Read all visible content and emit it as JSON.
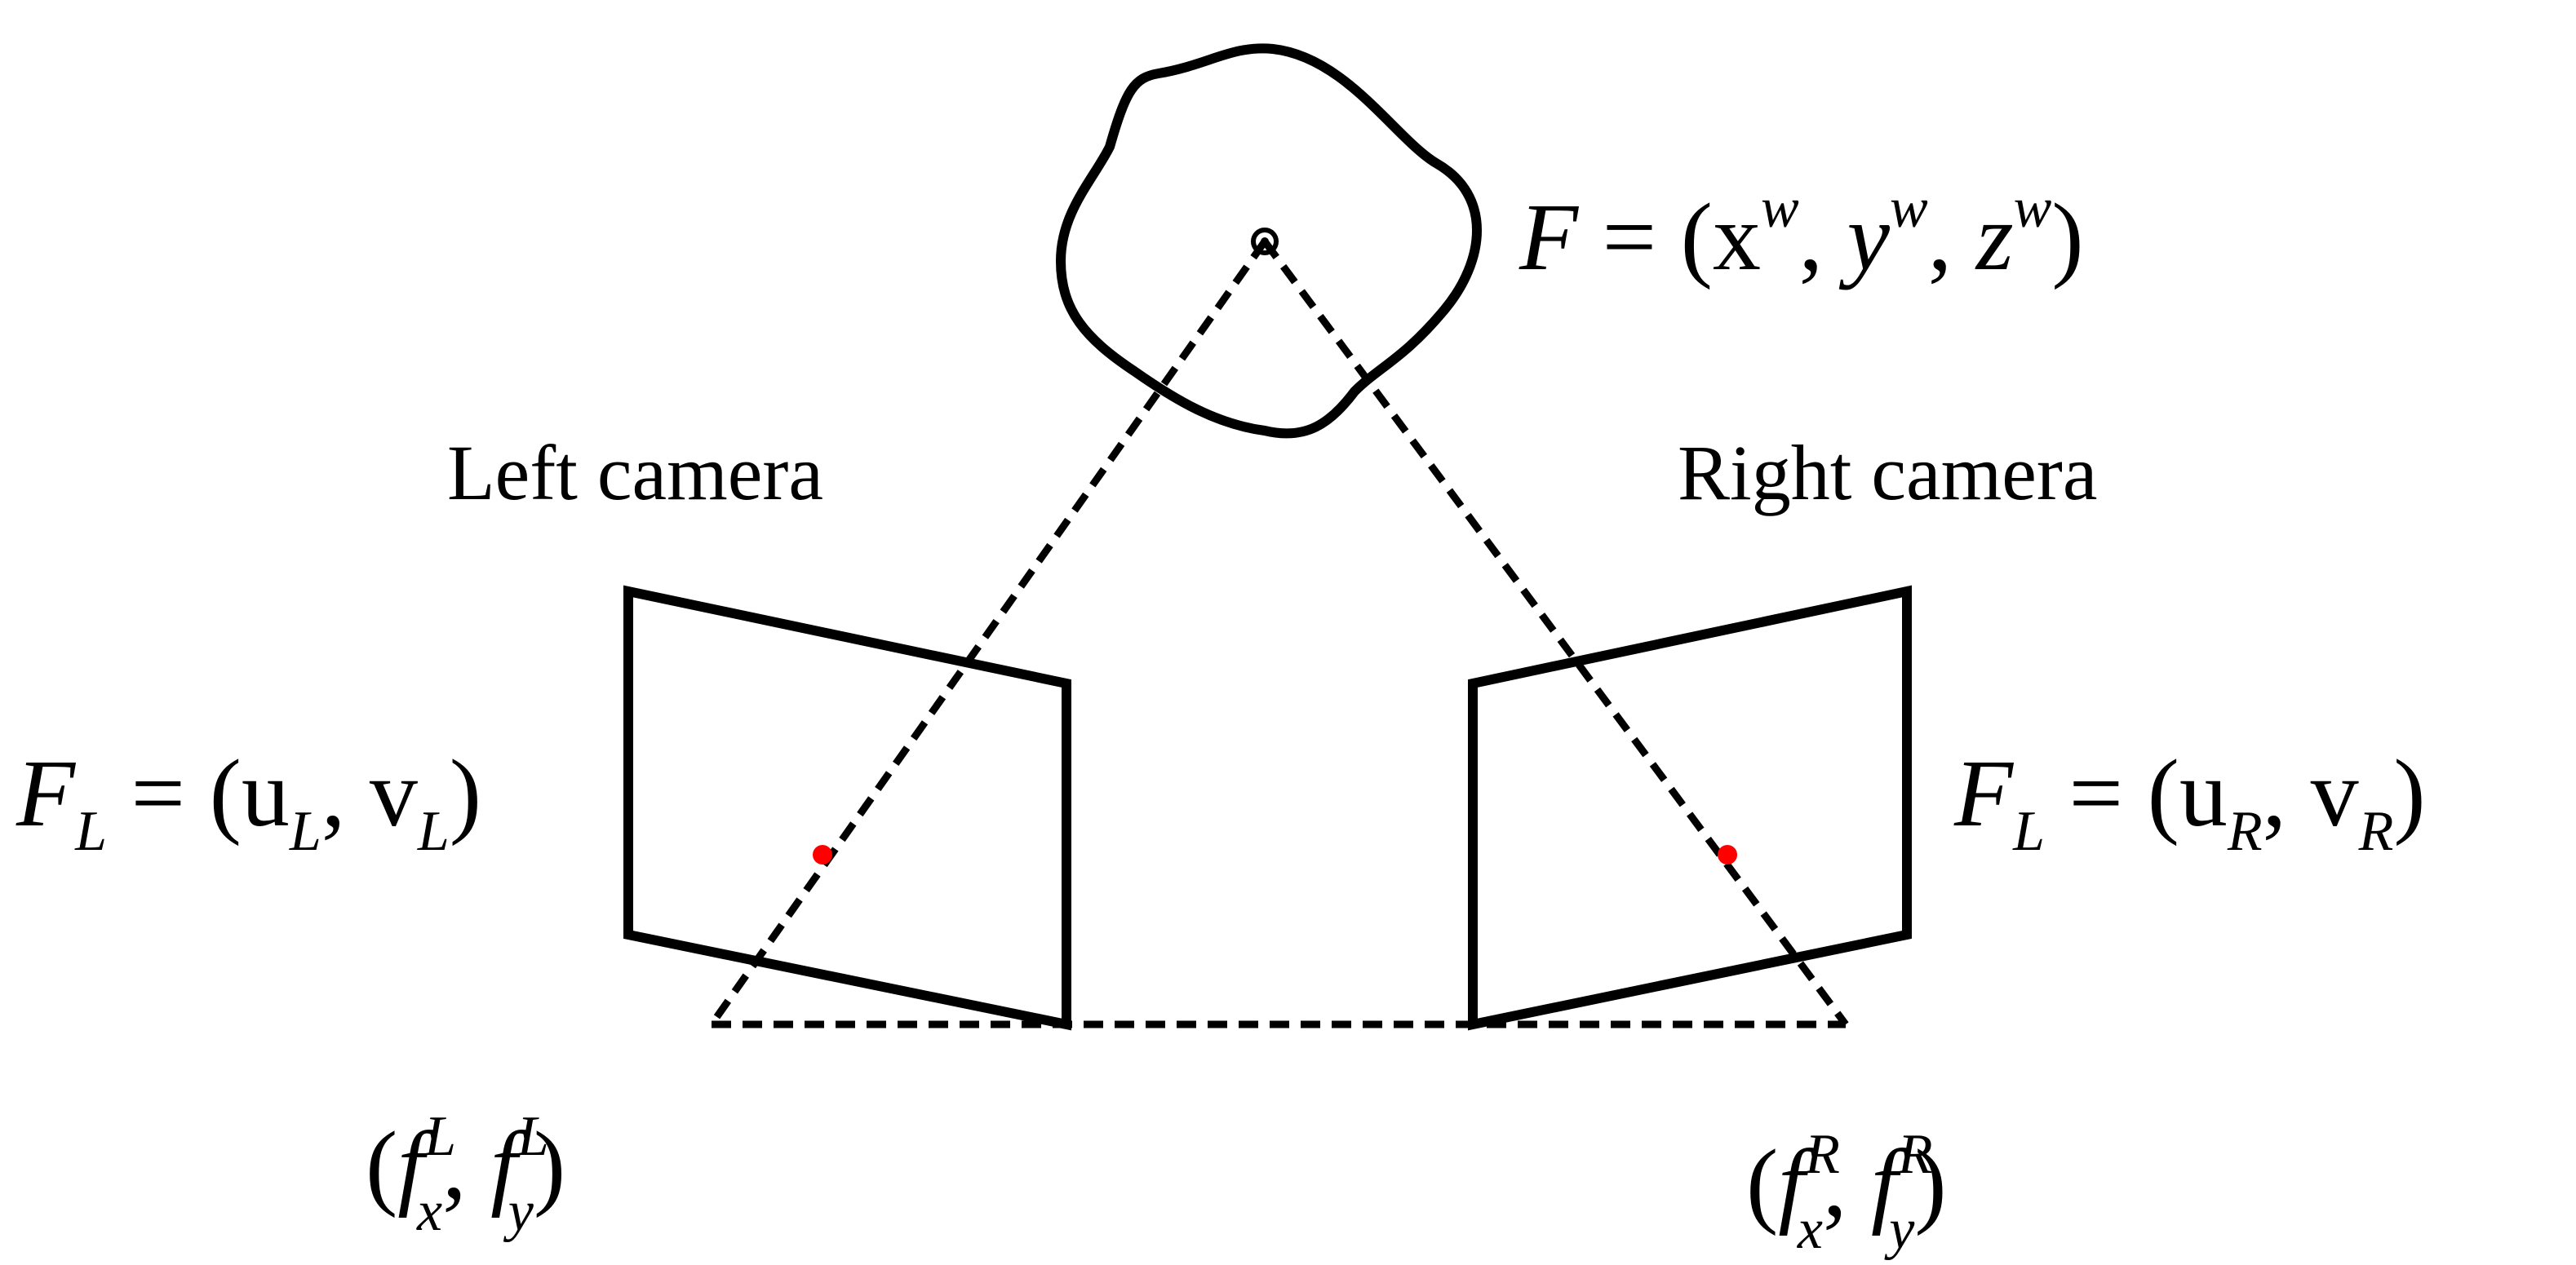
{
  "labels": {
    "left_camera": "Left camera",
    "right_camera": "Right camera"
  },
  "world_point": {
    "name": "F",
    "equals": " = (",
    "x": "x",
    "y": "y",
    "z": "z",
    "superscript": "w",
    "comma": ", ",
    "close": ")"
  },
  "left_image_point": {
    "name": "F",
    "name_sub": "L",
    "equals": " = (",
    "u": "u",
    "v": "v",
    "sub": "L",
    "comma": ", ",
    "close": ")"
  },
  "right_image_point": {
    "name": "F",
    "name_sub": "L",
    "equals": " = (",
    "u": "u",
    "v": "v",
    "sub": "R",
    "comma": ", ",
    "close": ")"
  },
  "left_focal": {
    "open": "(",
    "f": "f",
    "sub_x": "x",
    "sub_y": "y",
    "sup": "L",
    "comma": ", ",
    "close": ")"
  },
  "right_focal": {
    "open": "(",
    "f": "f",
    "sub_x": "x",
    "sub_y": "y",
    "sup": "R",
    "comma": ", ",
    "close": ")"
  },
  "colors": {
    "stroke": "#000000",
    "projection_point": "#ff0000",
    "background": "#ffffff"
  }
}
